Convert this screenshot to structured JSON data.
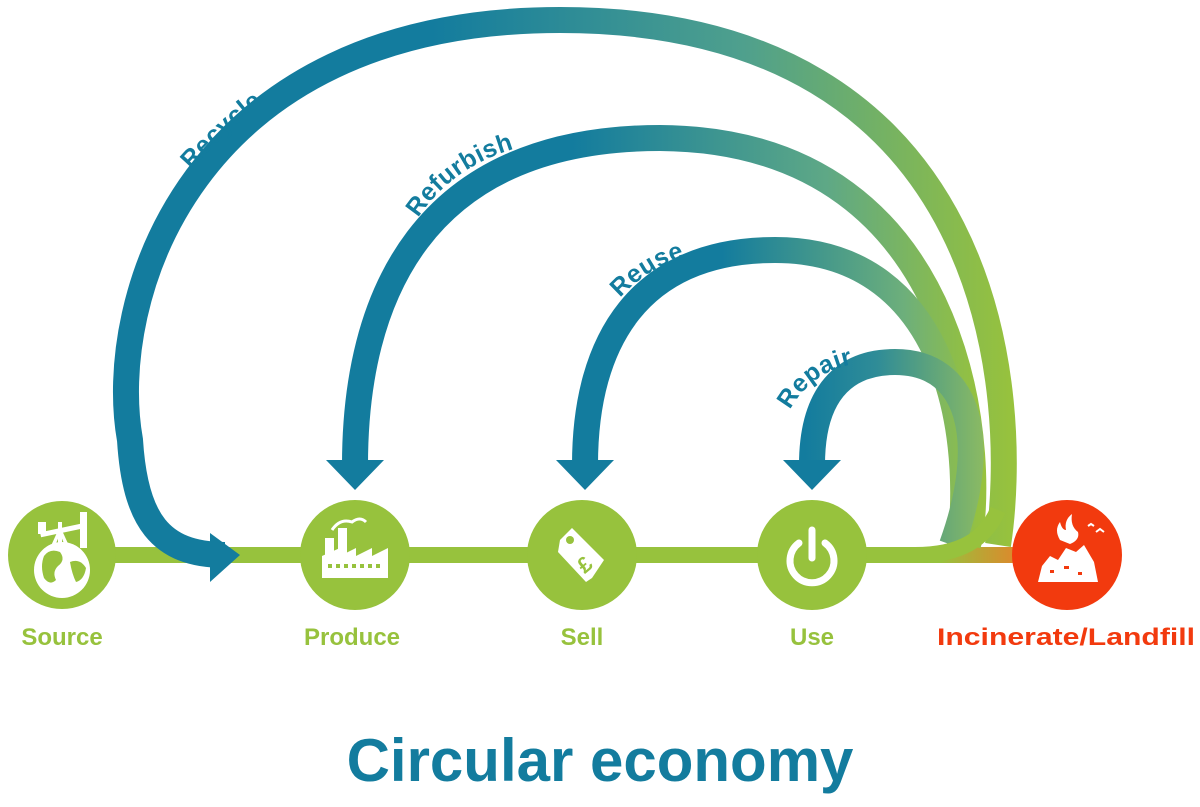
{
  "title": "Circular economy",
  "colors": {
    "teal": "#137C9E",
    "green": "#97C23D",
    "red": "#F23A0E",
    "white": "#ffffff"
  },
  "loops": [
    {
      "label": "Recycle",
      "from": "Use",
      "to": "Source"
    },
    {
      "label": "Refurbish",
      "from": "Use",
      "to": "Produce"
    },
    {
      "label": "Reuse",
      "from": "Use",
      "to": "Sell"
    },
    {
      "label": "Repair",
      "from": "Use",
      "to": "Use"
    }
  ],
  "stages": [
    {
      "label": "Source",
      "icon": "globe-oil-pump-icon"
    },
    {
      "label": "Produce",
      "icon": "factory-icon"
    },
    {
      "label": "Sell",
      "icon": "pound-price-tag-icon"
    },
    {
      "label": "Use",
      "icon": "power-icon"
    },
    {
      "label": "Incinerate/Landfill",
      "icon": "landfill-fire-icon"
    }
  ]
}
